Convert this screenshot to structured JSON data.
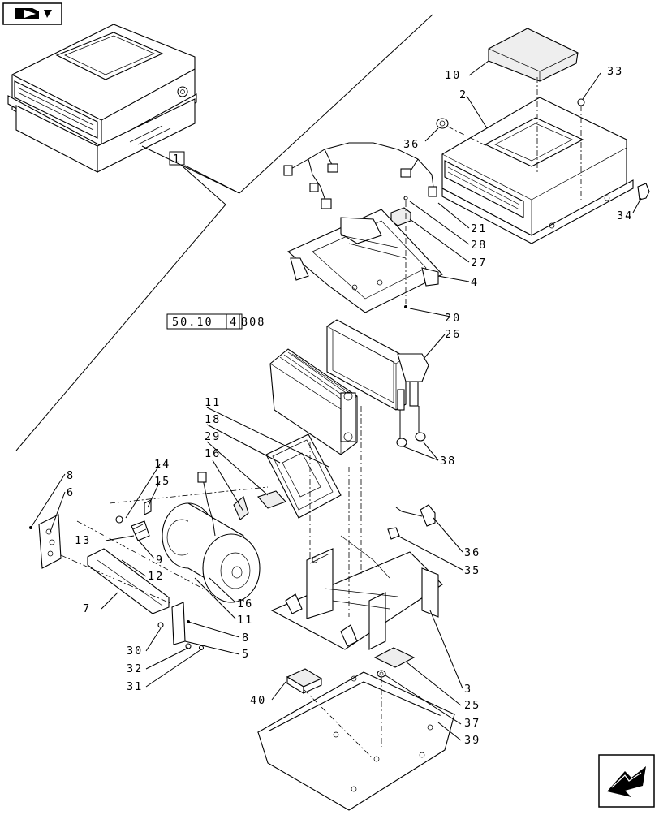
{
  "ref_box": "1",
  "section_ref": {
    "left": "50.10",
    "box": "4",
    "right": "808"
  },
  "callouts": [
    {
      "id": "c10",
      "text": "10"
    },
    {
      "id": "c33",
      "text": "33"
    },
    {
      "id": "c2",
      "text": "2"
    },
    {
      "id": "c36a",
      "text": "36"
    },
    {
      "id": "c34",
      "text": "34"
    },
    {
      "id": "c21",
      "text": "21"
    },
    {
      "id": "c28",
      "text": "28"
    },
    {
      "id": "c27",
      "text": "27"
    },
    {
      "id": "c4",
      "text": "4"
    },
    {
      "id": "c20",
      "text": "20"
    },
    {
      "id": "c26",
      "text": "26"
    },
    {
      "id": "c38",
      "text": "38"
    },
    {
      "id": "c11a",
      "text": "11"
    },
    {
      "id": "c18",
      "text": "18"
    },
    {
      "id": "c29",
      "text": "29"
    },
    {
      "id": "c16a",
      "text": "16"
    },
    {
      "id": "c14",
      "text": "14"
    },
    {
      "id": "c15",
      "text": "15"
    },
    {
      "id": "c8a",
      "text": "8"
    },
    {
      "id": "c6",
      "text": "6"
    },
    {
      "id": "c13",
      "text": "13"
    },
    {
      "id": "c9",
      "text": "9"
    },
    {
      "id": "c12",
      "text": "12"
    },
    {
      "id": "c36b",
      "text": "36"
    },
    {
      "id": "c35",
      "text": "35"
    },
    {
      "id": "c16b",
      "text": "16"
    },
    {
      "id": "c11b",
      "text": "11"
    },
    {
      "id": "c7",
      "text": "7"
    },
    {
      "id": "c8b",
      "text": "8"
    },
    {
      "id": "c30",
      "text": "30"
    },
    {
      "id": "c5",
      "text": "5"
    },
    {
      "id": "c32",
      "text": "32"
    },
    {
      "id": "c31",
      "text": "31"
    },
    {
      "id": "c3",
      "text": "3"
    },
    {
      "id": "c25",
      "text": "25"
    },
    {
      "id": "c40",
      "text": "40"
    },
    {
      "id": "c37",
      "text": "37"
    },
    {
      "id": "c39",
      "text": "39"
    }
  ],
  "icons": {
    "top_left": "book-arrow-icon",
    "bottom_right": "next-page-arrow-icon"
  }
}
